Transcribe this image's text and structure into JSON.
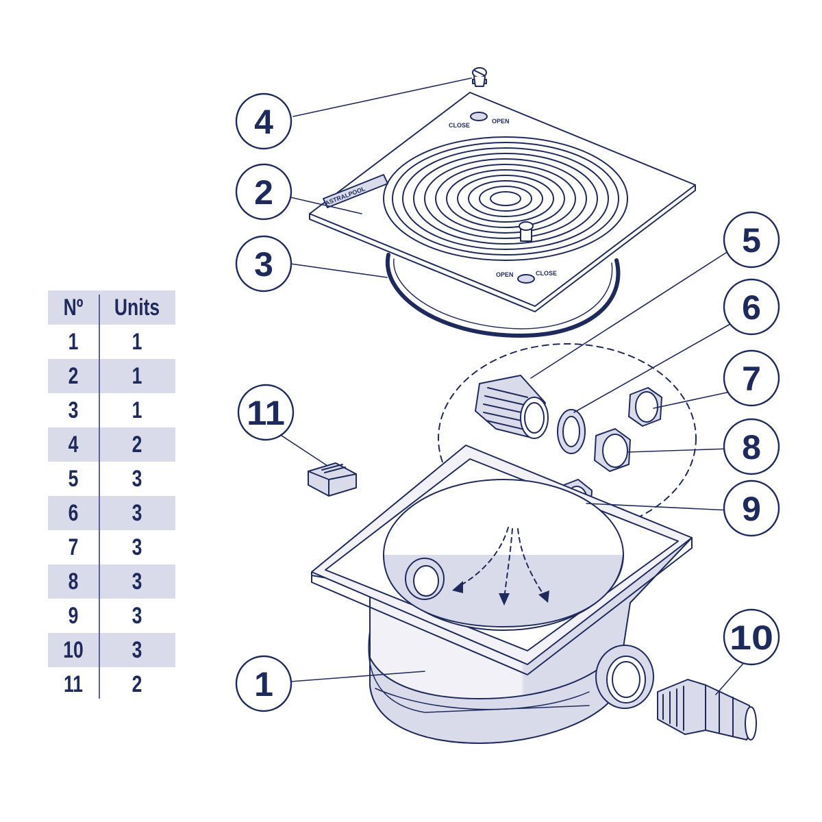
{
  "table": {
    "headers": {
      "no": "Nº",
      "units": "Units"
    },
    "rows": [
      {
        "no": "1",
        "units": "1"
      },
      {
        "no": "2",
        "units": "1"
      },
      {
        "no": "3",
        "units": "1"
      },
      {
        "no": "4",
        "units": "2"
      },
      {
        "no": "5",
        "units": "3"
      },
      {
        "no": "6",
        "units": "3"
      },
      {
        "no": "7",
        "units": "3"
      },
      {
        "no": "8",
        "units": "3"
      },
      {
        "no": "9",
        "units": "3"
      },
      {
        "no": "10",
        "units": "3"
      },
      {
        "no": "11",
        "units": "2"
      }
    ]
  },
  "callouts": [
    "4",
    "2",
    "3",
    "5",
    "6",
    "7",
    "8",
    "9",
    "10",
    "11",
    "1"
  ],
  "lid_text": {
    "close_top": "CLOSE",
    "open_top": "OPEN",
    "close_bottom": "CLOSE",
    "open_bottom": "OPEN",
    "brand": "ASTRALPOOL"
  },
  "colors": {
    "ink": "#1f2a5c",
    "fill": "#d9daea",
    "paper": "#ffffff"
  }
}
